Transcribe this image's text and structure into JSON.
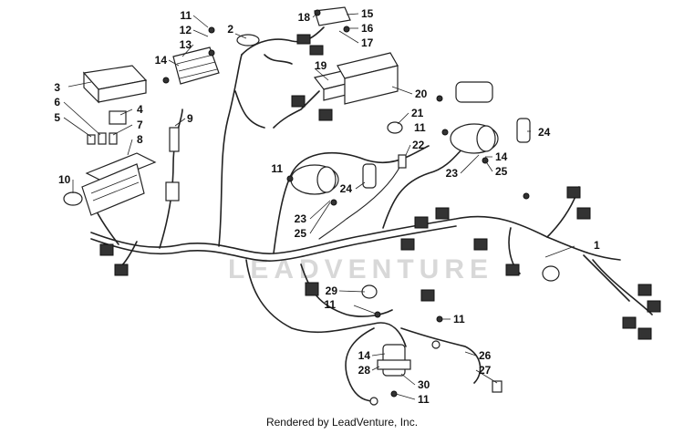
{
  "watermark": "LEADVENTURE",
  "footer": "Rendered by LeadVenture, Inc.",
  "callouts": [
    {
      "id": "c1",
      "label": "1"
    },
    {
      "id": "c2",
      "label": "2"
    },
    {
      "id": "c3",
      "label": "3"
    },
    {
      "id": "c4",
      "label": "4"
    },
    {
      "id": "c5",
      "label": "5"
    },
    {
      "id": "c6",
      "label": "6"
    },
    {
      "id": "c7",
      "label": "7"
    },
    {
      "id": "c8",
      "label": "8"
    },
    {
      "id": "c9",
      "label": "9"
    },
    {
      "id": "c10",
      "label": "10"
    },
    {
      "id": "c11a",
      "label": "11"
    },
    {
      "id": "c11b",
      "label": "11"
    },
    {
      "id": "c11c",
      "label": "11"
    },
    {
      "id": "c11d",
      "label": "11"
    },
    {
      "id": "c11e",
      "label": "11"
    },
    {
      "id": "c11f",
      "label": "11"
    },
    {
      "id": "c12",
      "label": "12"
    },
    {
      "id": "c13",
      "label": "13"
    },
    {
      "id": "c14a",
      "label": "14"
    },
    {
      "id": "c14b",
      "label": "14"
    },
    {
      "id": "c14c",
      "label": "14"
    },
    {
      "id": "c15",
      "label": "15"
    },
    {
      "id": "c16",
      "label": "16"
    },
    {
      "id": "c17",
      "label": "17"
    },
    {
      "id": "c18",
      "label": "18"
    },
    {
      "id": "c19",
      "label": "19"
    },
    {
      "id": "c20",
      "label": "20"
    },
    {
      "id": "c21",
      "label": "21"
    },
    {
      "id": "c22",
      "label": "22"
    },
    {
      "id": "c23a",
      "label": "23"
    },
    {
      "id": "c23b",
      "label": "23"
    },
    {
      "id": "c24a",
      "label": "24"
    },
    {
      "id": "c24b",
      "label": "24"
    },
    {
      "id": "c25a",
      "label": "25"
    },
    {
      "id": "c25b",
      "label": "25"
    },
    {
      "id": "c26",
      "label": "26"
    },
    {
      "id": "c27",
      "label": "27"
    },
    {
      "id": "c28",
      "label": "28"
    },
    {
      "id": "c29",
      "label": "29"
    },
    {
      "id": "c30",
      "label": "30"
    }
  ]
}
